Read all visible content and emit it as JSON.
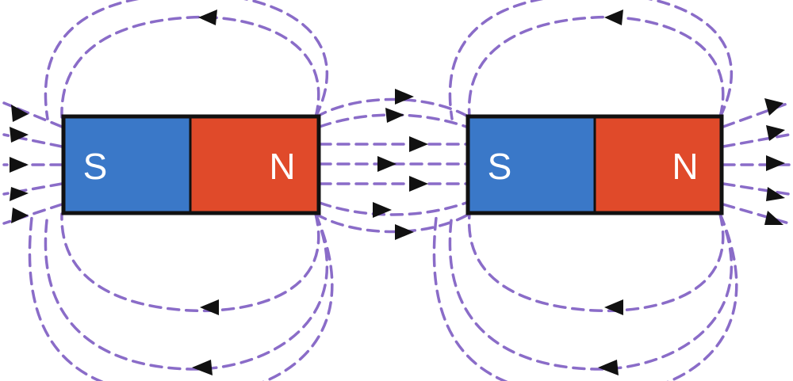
{
  "colors": {
    "south_pole": "#3a78c8",
    "north_pole": "#e04a2a",
    "field_line": "#8a6cc8",
    "arrow": "#111111",
    "outline": "#111111",
    "label": "#ffffff"
  },
  "magnets": [
    {
      "south_label": "S",
      "north_label": "N"
    },
    {
      "south_label": "S",
      "north_label": "N"
    }
  ]
}
